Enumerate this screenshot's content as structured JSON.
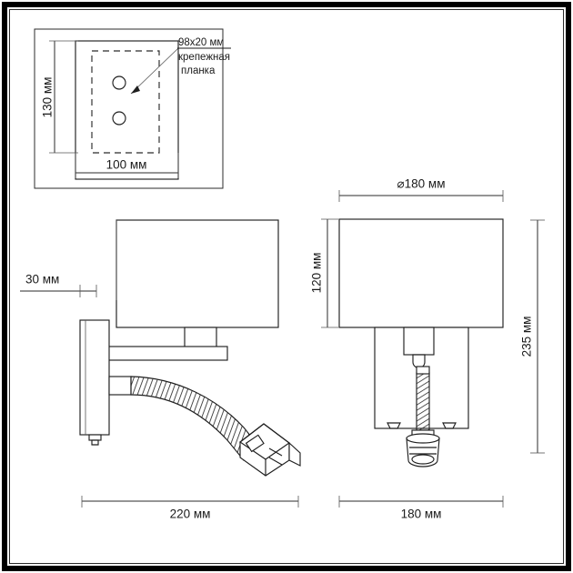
{
  "drawing": {
    "title": "Wall lamp dimensional drawing",
    "units_suffix": "мм",
    "line_color": "#1f1f1f",
    "frame_color": "#000000",
    "background": "#ffffff"
  },
  "inset": {
    "name": "mounting-plate-detail",
    "height_label": "130 мм",
    "width_label": "100 мм",
    "callout_line1": "98x20 мм",
    "callout_line2": "крепежная",
    "callout_line3": "планка",
    "hole_count": 2
  },
  "side_view": {
    "name": "side-elevation",
    "projection_label": "30 мм",
    "width_label": "220 мм",
    "parts": [
      "lamp-shade",
      "wall-bracket",
      "support-arm",
      "shade-socket",
      "flexible-gooseneck",
      "reading-light-head",
      "switch-knob"
    ]
  },
  "front_view": {
    "name": "front-elevation",
    "diameter_label": "⌀180 мм",
    "shade_height_label": "120 мм",
    "total_height_label": "235 мм",
    "width_label": "180 мм",
    "parts": [
      "lamp-shade",
      "lamp-body",
      "socket",
      "flexible-gooseneck",
      "reading-light-head"
    ]
  }
}
